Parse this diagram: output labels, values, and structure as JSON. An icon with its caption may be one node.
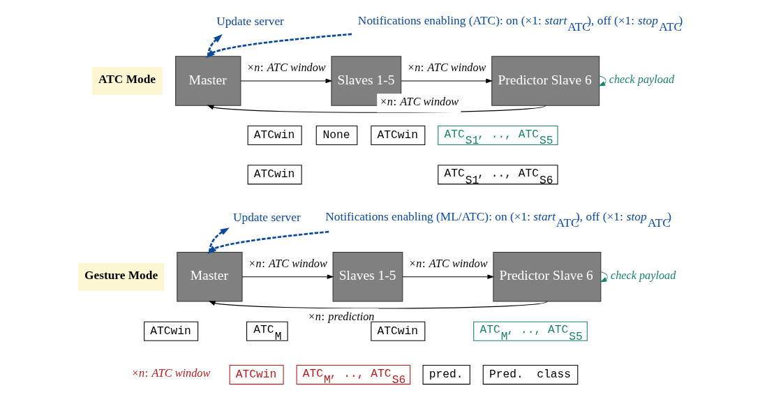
{
  "diagram": {
    "nodes": [
      {
        "text": [
          "ATC Mode"
        ]
      },
      {
        "text": [
          "Update server"
        ]
      },
      {
        "text": [
          "Notifications enabling (ATC): on (×1: *start*$_{ATC}$), off (×1: *stop*$_{ATC}$)"
        ]
      },
      {
        "text": [
          "Master"
        ]
      },
      {
        "text": [
          "Slaves 1-5"
        ]
      },
      {
        "text": [
          "Predictor Slave 6"
        ]
      },
      {
        "text": [
          "ATCwin"
        ]
      },
      {
        "text": [
          "None"
        ]
      },
      {
        "text": [
          "ATCwin"
        ]
      },
      {
        "text": [
          "ATC$_{S1}$, .., ATC$_{S5}$"
        ]
      },
      {
        "text": [
          "ATCwin"
        ]
      },
      {
        "text": [
          "ATC$_{S1}$, .., ATC$_{S6}$"
        ]
      },
      {
        "text": [
          "Gesture Mode"
        ]
      },
      {
        "text": [
          "Update server"
        ]
      },
      {
        "text": [
          "Notifications enabling (ML/ATC): on (×1: *start*$_{ATC}$), off (×1: *stop*$_{ATC}$)"
        ]
      },
      {
        "text": [
          "Master"
        ]
      },
      {
        "text": [
          "Slaves 1-5"
        ]
      },
      {
        "text": [
          "Predictor Slave 6"
        ]
      },
      {
        "text": [
          "ATCwin"
        ]
      },
      {
        "text": [
          "ATC$_{M}$"
        ]
      },
      {
        "text": [
          "ATCwin"
        ]
      },
      {
        "text": [
          "ATC$_{M}$, .., ATC$_{S5}$"
        ]
      },
      {
        "text": [
          "ATCwin"
        ]
      },
      {
        "text": [
          "ATC$_{M}$, .., ATC$_{S6}$"
        ]
      },
      {
        "text": [
          "pred."
        ]
      },
      {
        "text": [
          "Pred.  class"
        ]
      }
    ],
    "edges": [
      {
        "from": 3,
        "to": 1,
        "arrow": "to",
        "style": "dashed",
        "color": "#0b4a9b"
      },
      {
        "from": 2,
        "to": 3,
        "arrow": "to",
        "style": "dashed",
        "color": "#0b4a9b"
      },
      {
        "from": 3,
        "to": 4,
        "arrow": "to",
        "label": "×*n*: *ATC window*"
      },
      {
        "from": 4,
        "to": 5,
        "arrow": "to",
        "label": "×*n*: *ATC window*"
      },
      {
        "from": 5,
        "to": 3,
        "arrow": "to",
        "label": "×*n*: *ATC window*"
      },
      {
        "from": 5,
        "to": 5,
        "arrow": "to",
        "label": "*check payload*",
        "color": "#1a7f6e"
      },
      {
        "from": 15,
        "to": 13,
        "arrow": "to",
        "style": "dashed",
        "color": "#0b4a9b"
      },
      {
        "from": 14,
        "to": 15,
        "arrow": "to",
        "style": "dashed",
        "color": "#0b4a9b"
      },
      {
        "from": 15,
        "to": 16,
        "arrow": "to",
        "label": "×*n*: *ATC window*"
      },
      {
        "from": 16,
        "to": 17,
        "arrow": "to",
        "label": "×*n*: *ATC window*"
      },
      {
        "from": 17,
        "to": 15,
        "arrow": "to",
        "label": "×*n*: *prediction*"
      },
      {
        "from": 17,
        "to": 17,
        "arrow": "to",
        "label": "*check payload*",
        "color": "#1a7f6e"
      }
    ],
    "labels": [
      "×*n*: *ATC window*"
    ]
  }
}
